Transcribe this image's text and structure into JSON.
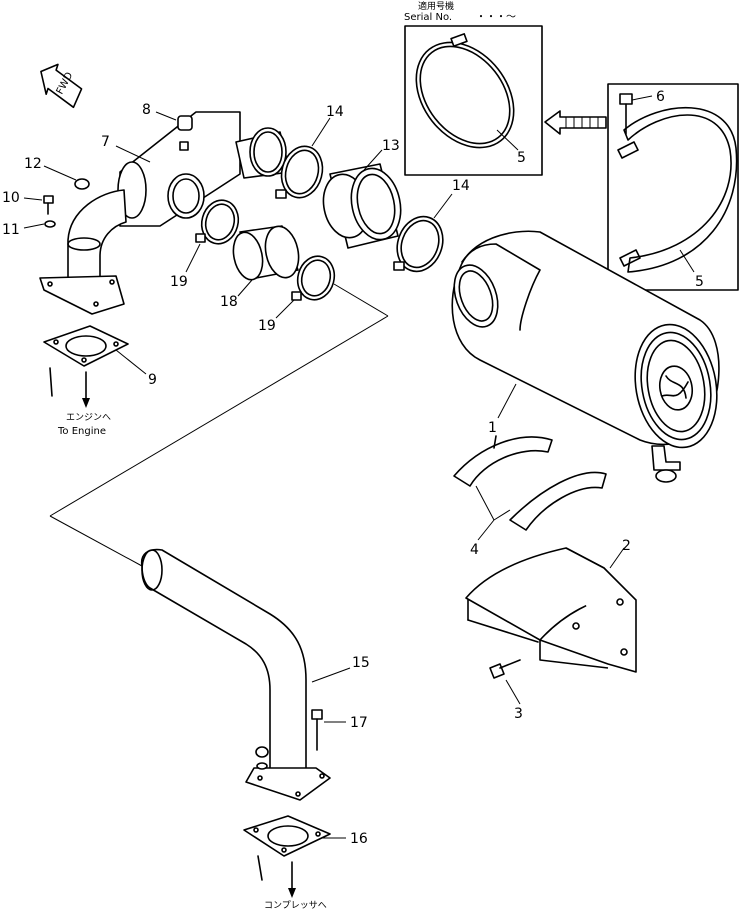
{
  "serial_box": {
    "title_jp": "適用号機",
    "title_en": "Serial No.",
    "range": "・・・～"
  },
  "fwd_label": "FWD",
  "to_engine": {
    "jp": "エンジンへ",
    "en": "To Engine"
  },
  "to_compressor": {
    "jp": "コンプレッサへ"
  },
  "callouts": {
    "c1": "1",
    "c2": "2",
    "c3": "3",
    "c4": "4",
    "c5a": "5",
    "c5b": "5",
    "c6": "6",
    "c7": "7",
    "c8": "8",
    "c9": "9",
    "c10": "10",
    "c11": "11",
    "c12": "12",
    "c13": "13",
    "c14a": "14",
    "c14b": "14",
    "c15": "15",
    "c16": "16",
    "c17": "17",
    "c18": "18",
    "c19a": "19",
    "c19b": "19"
  }
}
